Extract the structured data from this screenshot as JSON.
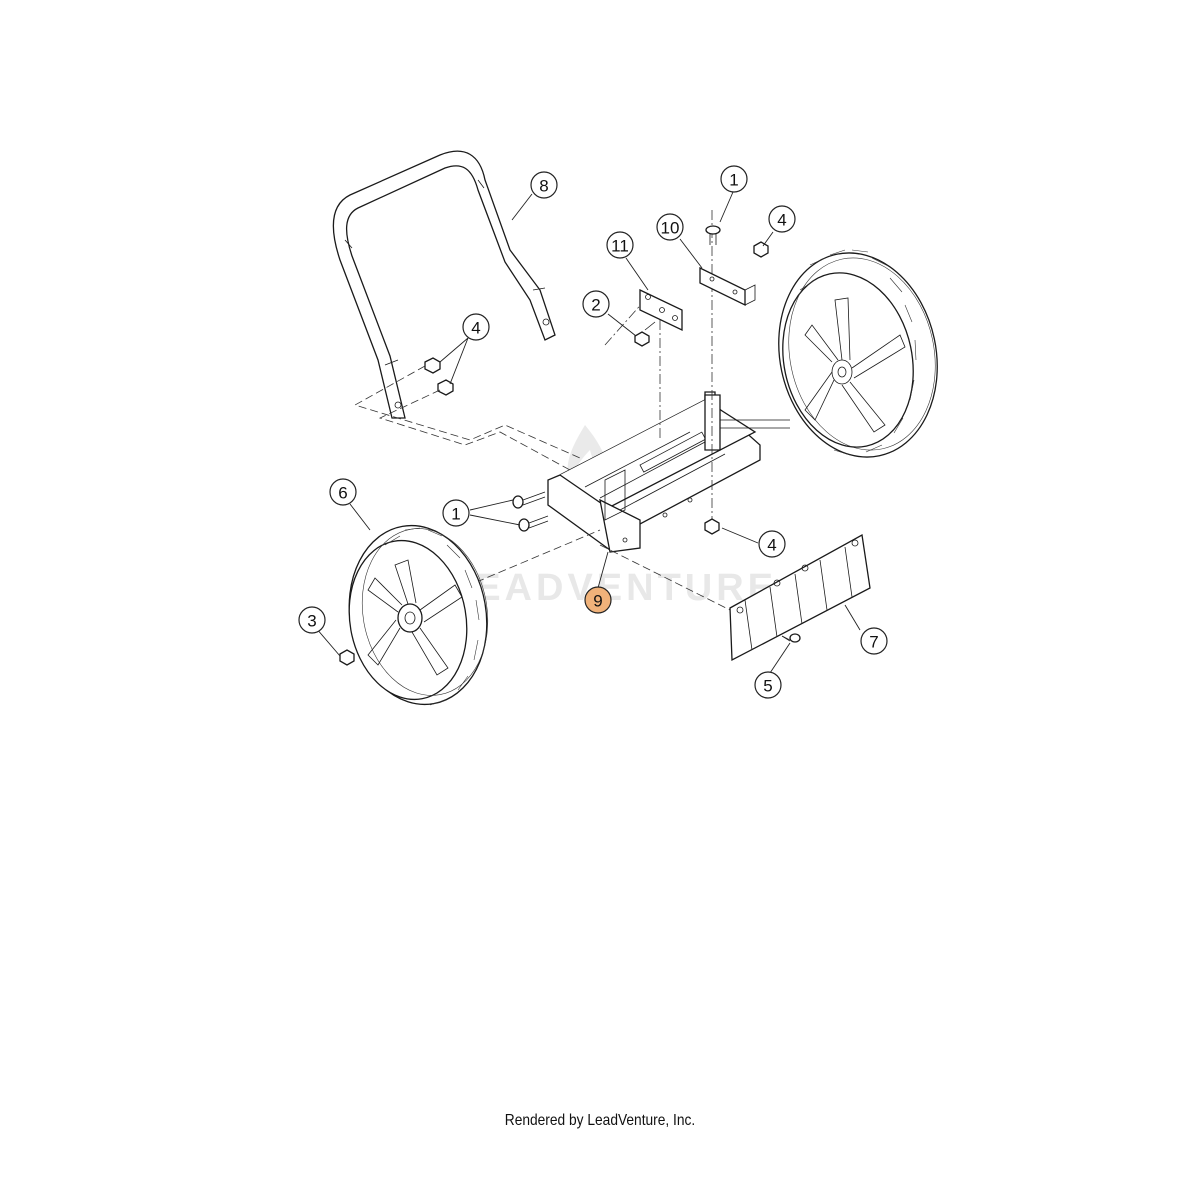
{
  "diagram": {
    "callouts": [
      {
        "id": "c8",
        "label": "8"
      },
      {
        "id": "c1a",
        "label": "1"
      },
      {
        "id": "c10",
        "label": "10"
      },
      {
        "id": "c4a",
        "label": "4"
      },
      {
        "id": "c11",
        "label": "11"
      },
      {
        "id": "c2",
        "label": "2"
      },
      {
        "id": "c4b",
        "label": "4"
      },
      {
        "id": "c6",
        "label": "6"
      },
      {
        "id": "c1b",
        "label": "1"
      },
      {
        "id": "c4c",
        "label": "4"
      },
      {
        "id": "c3",
        "label": "3"
      },
      {
        "id": "c9",
        "label": "9",
        "highlighted": true
      },
      {
        "id": "c7",
        "label": "7"
      },
      {
        "id": "c5",
        "label": "5"
      }
    ],
    "highlight_color": "#f0b27a",
    "watermark": "LEADVENTURE"
  },
  "footer": {
    "text": "Rendered by LeadVenture, Inc."
  }
}
